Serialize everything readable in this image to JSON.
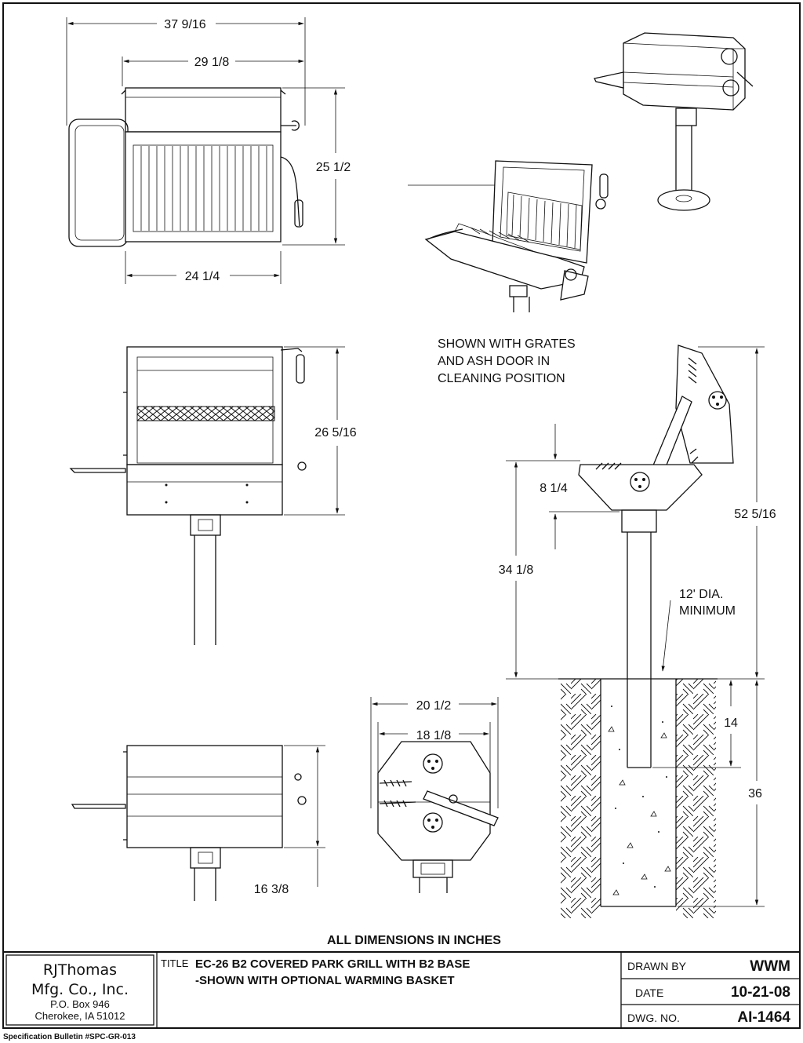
{
  "dimensions": {
    "top_overall_width": "37 9/16",
    "top_body_width": "29 1/8",
    "top_height": "25 1/2",
    "top_base_width": "24 1/4",
    "front_height": "26 5/16",
    "side_width_outer": "20 1/2",
    "side_width_inner": "18 1/8",
    "closed_height": "16 3/8",
    "firebox_depth": "8 1/4",
    "grill_height": "34 1/8",
    "overall_height": "52 5/16",
    "embed_depth": "14",
    "hole_depth": "36"
  },
  "notes": {
    "cleaning_line1": "SHOWN WITH GRATES",
    "cleaning_line2": "AND ASH DOOR IN",
    "cleaning_line3": "CLEANING POSITION",
    "hole_line1": "12' DIA.",
    "hole_line2": "MINIMUM",
    "all_dims": "ALL DIMENSIONS IN INCHES"
  },
  "title_block": {
    "company_line1": "RJThomas",
    "company_line2": "Mfg. Co., Inc.",
    "address_line1": "P.O. Box 946",
    "address_line2": "Cherokee, IA 51012",
    "title_label": "TITLE",
    "title_line1": "EC-26 B2 COVERED PARK GRILL WITH B2 BASE",
    "title_line2": "-SHOWN WITH OPTIONAL WARMING BASKET",
    "drawn_by_label": "DRAWN BY",
    "drawn_by": "WWM",
    "date_label": "DATE",
    "date": "10-21-08",
    "dwg_label": "DWG. NO.",
    "dwg_no": "AI-1464"
  },
  "footer": "Specification Bulletin #SPC-GR-013"
}
